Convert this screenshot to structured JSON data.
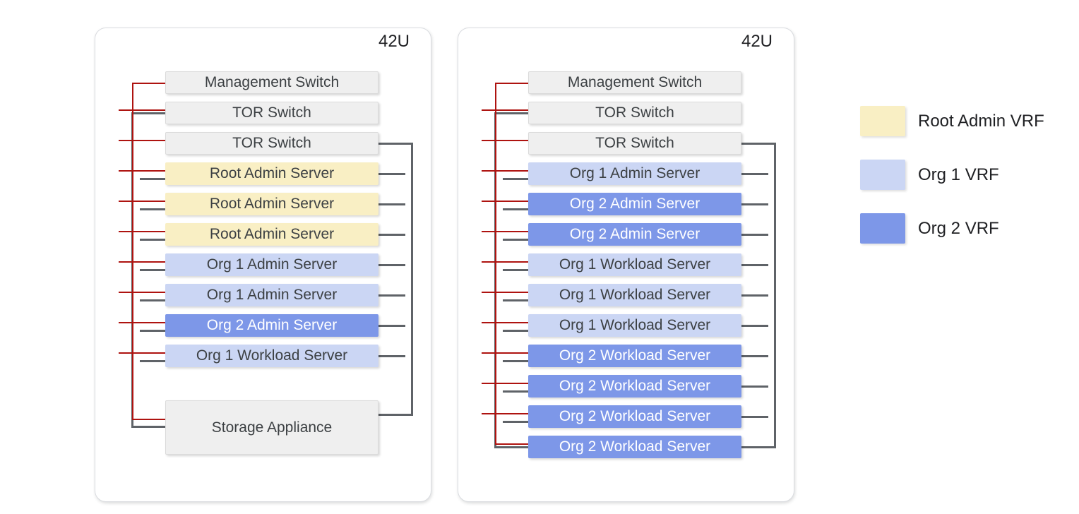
{
  "racks": [
    {
      "id": "rack-1",
      "capacity_label": "42U",
      "units": [
        {
          "label": "Management Switch",
          "kind": "switch"
        },
        {
          "label": "TOR Switch",
          "kind": "switch"
        },
        {
          "label": "TOR Switch",
          "kind": "switch"
        },
        {
          "label": "Root Admin Server",
          "kind": "server",
          "vrf": "root_admin"
        },
        {
          "label": "Root Admin Server",
          "kind": "server",
          "vrf": "root_admin"
        },
        {
          "label": "Root Admin Server",
          "kind": "server",
          "vrf": "root_admin"
        },
        {
          "label": "Org 1 Admin Server",
          "kind": "server",
          "vrf": "org1"
        },
        {
          "label": "Org 1 Admin Server",
          "kind": "server",
          "vrf": "org1"
        },
        {
          "label": "Org 2 Admin Server",
          "kind": "server",
          "vrf": "org2"
        },
        {
          "label": "Org 1 Workload Server",
          "kind": "server",
          "vrf": "org1"
        },
        {
          "label": "Storage Appliance",
          "kind": "storage"
        }
      ]
    },
    {
      "id": "rack-2",
      "capacity_label": "42U",
      "units": [
        {
          "label": "Management Switch",
          "kind": "switch"
        },
        {
          "label": "TOR Switch",
          "kind": "switch"
        },
        {
          "label": "TOR Switch",
          "kind": "switch"
        },
        {
          "label": "Org 1 Admin Server",
          "kind": "server",
          "vrf": "org1"
        },
        {
          "label": "Org 2 Admin Server",
          "kind": "server",
          "vrf": "org2"
        },
        {
          "label": "Org 2 Admin Server",
          "kind": "server",
          "vrf": "org2"
        },
        {
          "label": "Org 1 Workload Server",
          "kind": "server",
          "vrf": "org1"
        },
        {
          "label": "Org 1 Workload Server",
          "kind": "server",
          "vrf": "org1"
        },
        {
          "label": "Org 1 Workload Server",
          "kind": "server",
          "vrf": "org1"
        },
        {
          "label": "Org 2 Workload Server",
          "kind": "server",
          "vrf": "org2"
        },
        {
          "label": "Org 2 Workload Server",
          "kind": "server",
          "vrf": "org2"
        },
        {
          "label": "Org 2 Workload Server",
          "kind": "server",
          "vrf": "org2"
        },
        {
          "label": "Org 2 Workload Server",
          "kind": "server",
          "vrf": "org2"
        }
      ]
    }
  ],
  "legend": {
    "items": [
      {
        "label": "Root Admin VRF",
        "vrf": "root_admin",
        "color": "#f9efc4"
      },
      {
        "label": "Org 1 VRF",
        "vrf": "org1",
        "color": "#cbd6f4"
      },
      {
        "label": "Org 2 VRF",
        "vrf": "org2",
        "color": "#7d97e8"
      }
    ]
  },
  "colors": {
    "root_admin_vrf": "#f9efc4",
    "org1_vrf": "#cbd6f4",
    "org2_vrf": "#7d97e8",
    "switch_fill": "#efefef",
    "management_network_line": "#ae1310",
    "data_network_line": "#5f6368"
  }
}
